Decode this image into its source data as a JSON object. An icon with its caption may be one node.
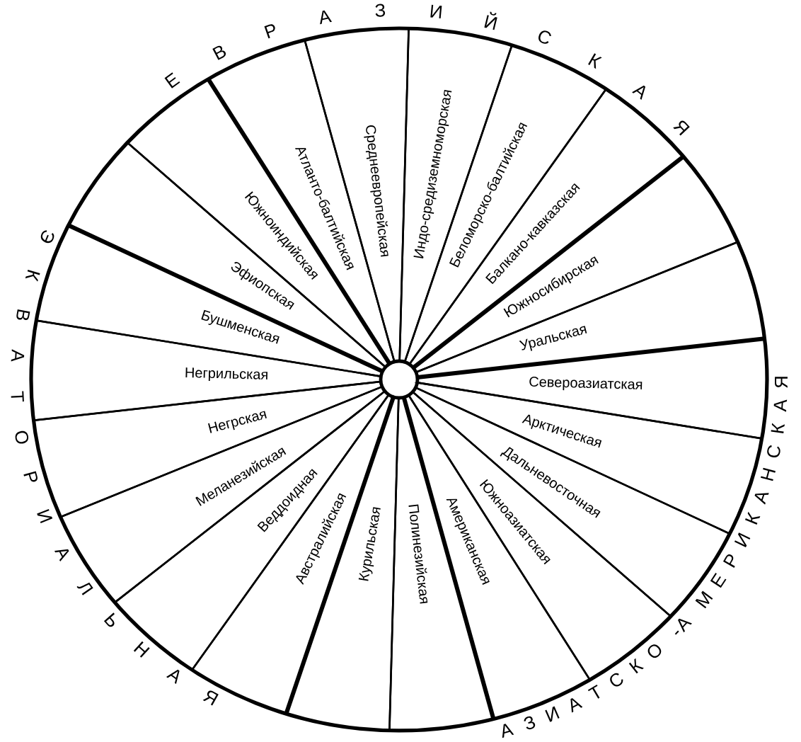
{
  "diagram": {
    "nodes": [
      {
        "text": [
          "Атланто-балтийская"
        ]
      },
      {
        "text": [
          "Среднеевропейская"
        ]
      },
      {
        "text": [
          "Индо-средиземноморская"
        ]
      },
      {
        "text": [
          "Беломорско-балтийская"
        ]
      },
      {
        "text": [
          "Балкано-кавказская"
        ]
      },
      {
        "text": [
          "Южносибирская"
        ]
      },
      {
        "text": [
          "Уральская"
        ]
      },
      {
        "text": [
          "Североазиатская"
        ]
      },
      {
        "text": [
          "Арктическая"
        ]
      },
      {
        "text": [
          "Дальневосточная"
        ]
      },
      {
        "text": [
          "Южноазиатская"
        ]
      },
      {
        "text": [
          "Американская"
        ]
      },
      {
        "text": [
          "Полинезийская"
        ]
      },
      {
        "text": [
          "Курильская"
        ]
      },
      {
        "text": [
          "Австралийская"
        ]
      },
      {
        "text": [
          "Веддоидная"
        ]
      },
      {
        "text": [
          "Меланезийская"
        ]
      },
      {
        "text": [
          "Негрская"
        ]
      },
      {
        "text": [
          "Негрильская"
        ]
      },
      {
        "text": [
          "Бушменская"
        ]
      },
      {
        "text": [
          "Эфиопская"
        ]
      },
      {
        "text": [
          "Южноиндийская"
        ]
      }
    ],
    "labels": [
      "ЕВРАЗИЙСКАЯ",
      "ЭКВАТОРИАЛЬНАЯ",
      "АЗИАТСКО-АМЕРИКАНСКАЯ"
    ]
  }
}
